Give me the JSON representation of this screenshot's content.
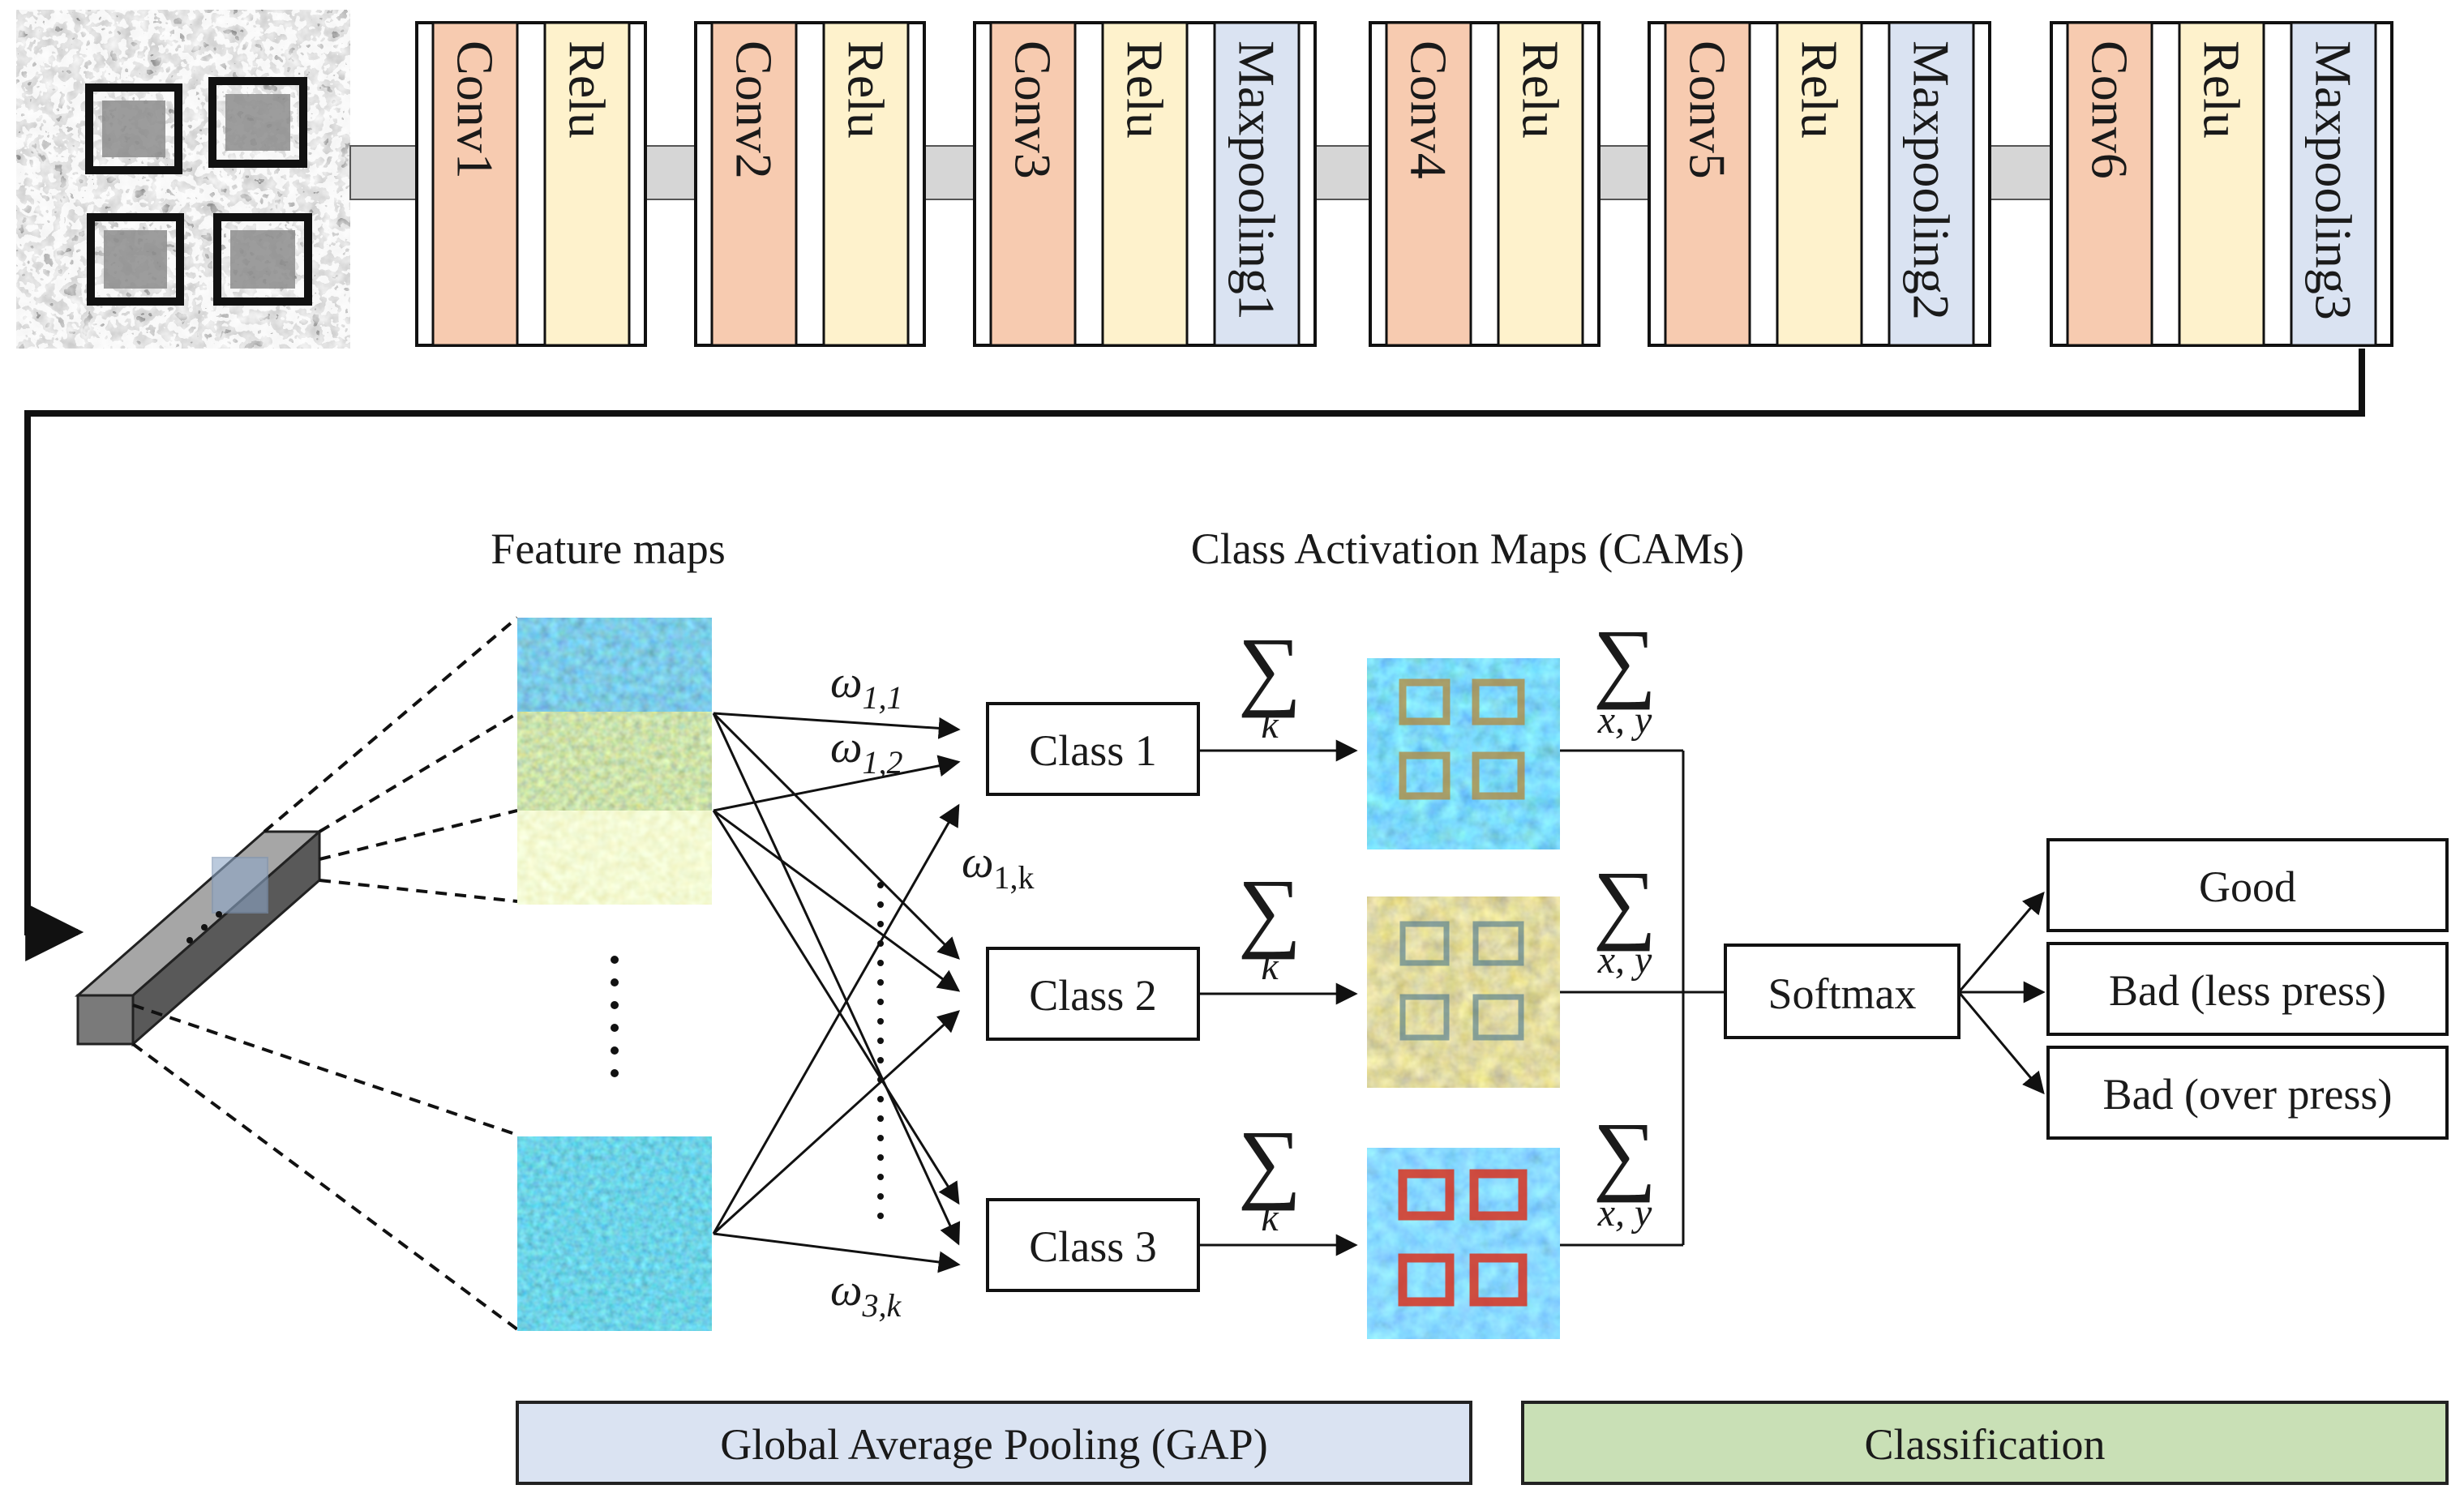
{
  "cnn": {
    "groups": [
      {
        "layers": [
          {
            "label": "Conv1",
            "kind": "conv"
          },
          {
            "label": "Relu",
            "kind": "relu"
          }
        ]
      },
      {
        "layers": [
          {
            "label": "Conv2",
            "kind": "conv"
          },
          {
            "label": "Relu",
            "kind": "relu"
          }
        ]
      },
      {
        "layers": [
          {
            "label": "Conv3",
            "kind": "conv"
          },
          {
            "label": "Relu",
            "kind": "relu"
          },
          {
            "label": "Maxpooling1",
            "kind": "pool"
          }
        ]
      },
      {
        "layers": [
          {
            "label": "Conv4",
            "kind": "conv"
          },
          {
            "label": "Relu",
            "kind": "relu"
          }
        ]
      },
      {
        "layers": [
          {
            "label": "Conv5",
            "kind": "conv"
          },
          {
            "label": "Relu",
            "kind": "relu"
          },
          {
            "label": "Maxpooling2",
            "kind": "pool"
          }
        ]
      },
      {
        "layers": [
          {
            "label": "Conv6",
            "kind": "conv"
          },
          {
            "label": "Relu",
            "kind": "relu"
          },
          {
            "label": "Maxpooling3",
            "kind": "pool"
          }
        ]
      }
    ]
  },
  "colors": {
    "conv": "#f7cbb0",
    "relu": "#fef2cc",
    "pool": "#dae3f2",
    "connector": "#d6d6d6",
    "gap_band": "#dae3f2",
    "classification_band": "#c9e0b6"
  },
  "labels": {
    "feature_maps": "Feature maps",
    "cams": "Class Activation Maps (CAMs)",
    "w11_base": "ω",
    "w11_sub": "1,1",
    "w12_base": "ω",
    "w12_sub": "1,2",
    "w1k_base": "ω",
    "w1k_sub": "1,k",
    "w3k_base": "ω",
    "w3k_sub": "3,k",
    "sum_symbol": "∑",
    "sum_k": "k",
    "sum_xy": "x, y"
  },
  "classes": [
    "Class 1",
    "Class 2",
    "Class 3"
  ],
  "softmax": "Softmax",
  "outputs": [
    "Good",
    "Bad (less press)",
    "Bad (over press)"
  ],
  "bands": {
    "gap": "Global Average Pooling (GAP)",
    "classification": "Classification"
  }
}
